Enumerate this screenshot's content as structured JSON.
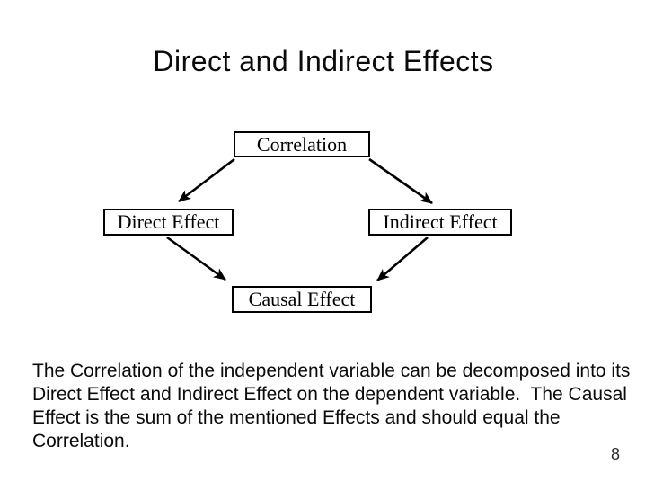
{
  "slide": {
    "title": "Direct and Indirect Effects",
    "page_number": "8"
  },
  "diagram": {
    "nodes": [
      {
        "id": "correlation",
        "label": "Correlation"
      },
      {
        "id": "direct-effect",
        "label": "Direct Effect"
      },
      {
        "id": "indirect-effect",
        "label": "Indirect Effect"
      },
      {
        "id": "causal-effect",
        "label": "Causal Effect"
      }
    ],
    "edges": [
      {
        "from": "Correlation",
        "to": "Direct Effect"
      },
      {
        "from": "Correlation",
        "to": "Indirect Effect"
      },
      {
        "from": "Direct Effect",
        "to": "Causal Effect"
      },
      {
        "from": "Indirect Effect",
        "to": "Causal Effect"
      }
    ]
  },
  "body": {
    "lines": [
      "The Correlation of the independent variable can be decomposed into its",
      "Direct Effect and Indirect Effect on the dependent variable.  The Causal",
      "Effect is the sum of the mentioned Effects and should equal the",
      "Correlation."
    ]
  },
  "colors": {
    "background": "#ffffff",
    "text": "#0b0b0b",
    "box_border": "#000000",
    "arrow": "#000000"
  }
}
